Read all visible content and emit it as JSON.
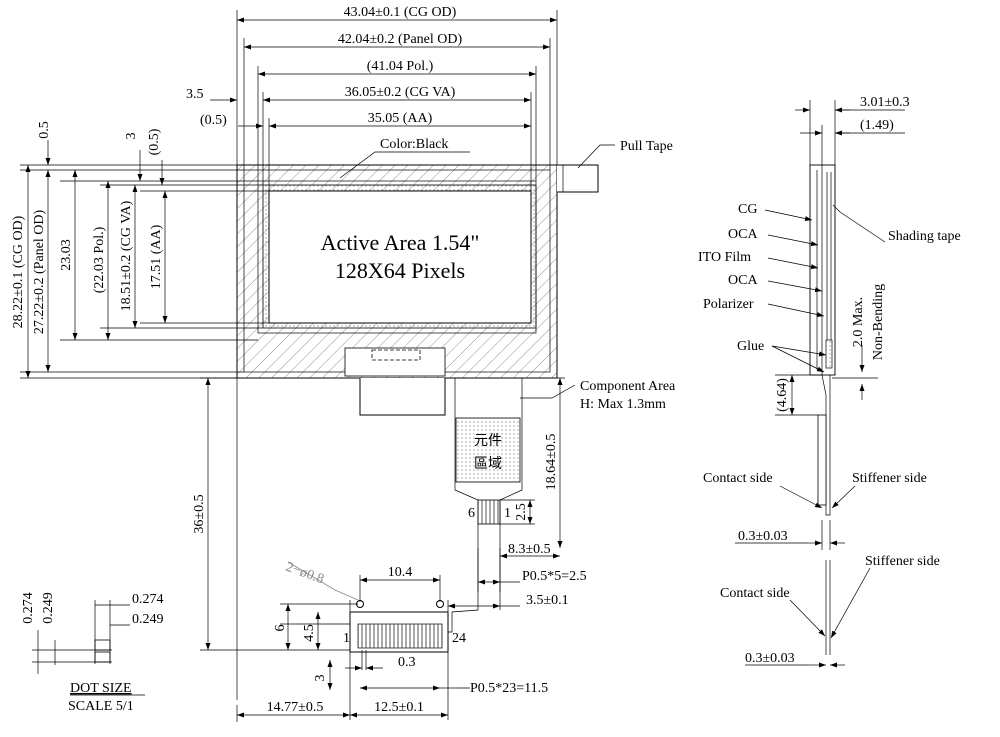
{
  "top_dims": {
    "cg_od": "43.04±0.1 (CG OD)",
    "panel_od": "42.04±0.2 (Panel OD)",
    "pol": "(41.04 Pol.)",
    "cg_va": "36.05±0.2 (CG VA)",
    "aa": "35.05 (AA)",
    "left_35": "3.5",
    "left_05": "(0.5)"
  },
  "left_dims": {
    "d_05a": "0.5",
    "d_3": "3",
    "d_05b": "(0.5)",
    "cg_od": "28.22±0.1 (CG OD)",
    "panel_od": "27.22±0.2 (Panel OD)",
    "d_2303": "23.03",
    "pol": "(22.03 Pol.)",
    "cg_va": "18.51±0.2 (CG VA)",
    "aa": "17.51 (AA)",
    "d_36": "36±0.5"
  },
  "labels": {
    "color": "Color:Black",
    "pull_tape": "Pull Tape",
    "active_line1": "Active Area 1.54\"",
    "active_line2": "128X64 Pixels",
    "component_area": "Component Area",
    "component_height": "H: Max 1.3mm",
    "component_cjk1": "元件",
    "component_cjk2": "區域",
    "hole": "2−ø0.8",
    "pin6": "6",
    "pin1_small": "1",
    "pin1": "1",
    "pin24": "24"
  },
  "fpc_dims": {
    "d_1864": "18.64±0.5",
    "d_25": "2.5",
    "d_83": "8.3±0.5",
    "p05x5": "P0.5*5=2.5",
    "d_35": "3.5±0.1",
    "d_104": "10.4",
    "d_6": "6",
    "d_45": "4.5",
    "d_3": "3",
    "d_03": "0.3",
    "p05x23": "P0.5*23=11.5",
    "d_1477": "14.77±0.5",
    "d_125": "12.5±0.1"
  },
  "dot": {
    "d_0274a": "0.274",
    "d_0249a": "0.249",
    "d_0274b": "0.274",
    "d_0249b": "0.249",
    "title": "DOT SIZE",
    "scale": "SCALE 5/1"
  },
  "side": {
    "d_301": "3.01±0.3",
    "d_149": "(1.49)",
    "cg": "CG",
    "oca1": "OCA",
    "ito": "ITO Film",
    "oca2": "OCA",
    "polarizer": "Polarizer",
    "glue": "Glue",
    "shading": "Shading tape",
    "bend1": "2.0 Max.",
    "bend2": "Non-Bending",
    "d_464": "(4.64)",
    "contact1": "Contact side",
    "stiffener1": "Stiffener side",
    "d_03a": "0.3±0.03",
    "stiffener2": "Stiffener side",
    "contact2": "Contact side",
    "d_03b": "0.3±0.03"
  }
}
